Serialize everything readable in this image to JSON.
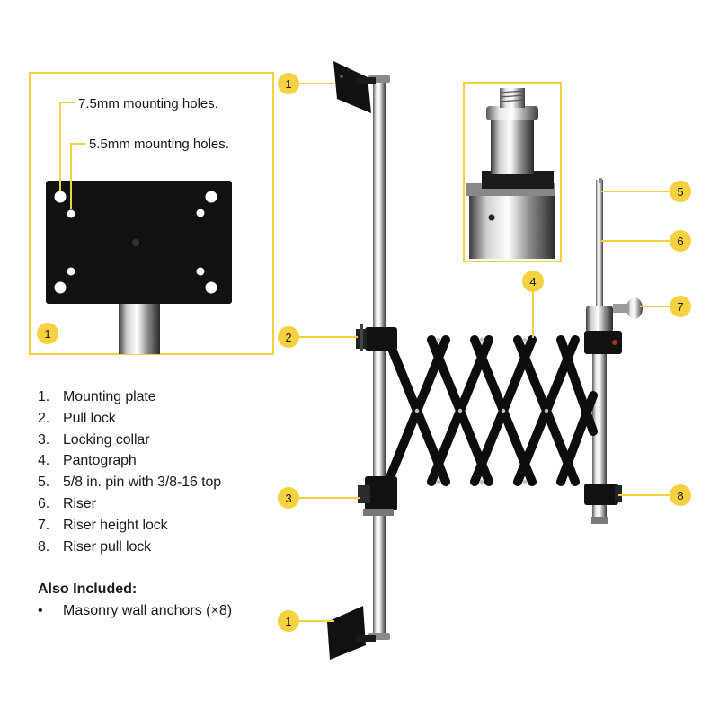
{
  "callout_color": "#f5d142",
  "callouts": [
    "1",
    "2",
    "3",
    "1",
    "4",
    "5",
    "6",
    "7",
    "8",
    "1"
  ],
  "inset_labels": {
    "large_holes": "7.5mm mounting holes.",
    "small_holes": "5.5mm mounting holes."
  },
  "parts": [
    {
      "num": "1.",
      "label": "Mounting plate"
    },
    {
      "num": "2.",
      "label": "Pull lock"
    },
    {
      "num": "3.",
      "label": "Locking collar"
    },
    {
      "num": "4.",
      "label": "Pantograph"
    },
    {
      "num": "5.",
      "label": "5/8 in. pin with 3/8-16 top"
    },
    {
      "num": "6.",
      "label": "Riser"
    },
    {
      "num": "7.",
      "label": "Riser height lock"
    },
    {
      "num": "8.",
      "label": "Riser pull lock"
    }
  ],
  "also_included": {
    "title": "Also Included:",
    "bullet": "•",
    "items": [
      "Masonry wall anchors (×8)"
    ]
  }
}
